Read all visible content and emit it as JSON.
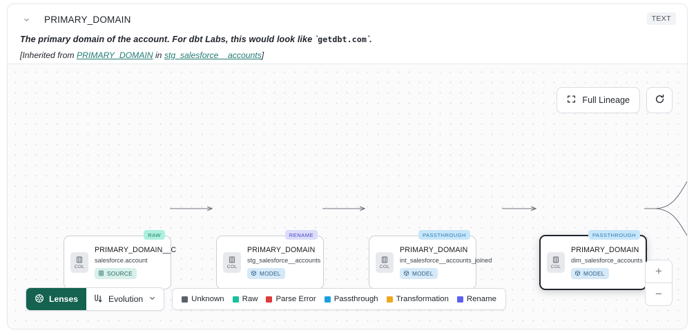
{
  "header": {
    "collapse_icon": "chevron-down-icon",
    "column_name": "PRIMARY_DOMAIN",
    "type_badge": "TEXT",
    "description_pre": "The primary domain of the account. For dbt Labs, this would look like `",
    "description_code": "getdbt.com",
    "description_post": "`.",
    "inherited_prefix": "[Inherited from ",
    "inherited_column_link": "PRIMARY_DOMAIN",
    "inherited_middle": " in ",
    "inherited_table_link": "stg_salesforce__accounts",
    "inherited_suffix": "]"
  },
  "canvas_controls": {
    "full_lineage_label": "Full Lineage",
    "full_lineage_icon": "expand-icon",
    "refresh_icon": "refresh-icon",
    "zoom_in_label": "+",
    "zoom_out_label": "−"
  },
  "lineage": {
    "nodes": [
      {
        "badge": "RAW",
        "badge_style": "badge-raw",
        "chip_label": "COL",
        "chip_icon": "columns-icon",
        "column": "PRIMARY_DOMAIN__C",
        "table": "salesforce.account",
        "type_pill": "SOURCE",
        "type_pill_style": "pill-source",
        "type_pill_icon": "database-icon",
        "selected": false
      },
      {
        "badge": "RENAME",
        "badge_style": "badge-rename",
        "chip_label": "COL",
        "chip_icon": "columns-icon",
        "column": "PRIMARY_DOMAIN",
        "table": "stg_salesforce__accounts",
        "type_pill": "MODEL",
        "type_pill_style": "pill-model",
        "type_pill_icon": "cube-icon",
        "selected": false
      },
      {
        "badge": "PASSTHROUGH",
        "badge_style": "badge-pass",
        "chip_label": "COL",
        "chip_icon": "columns-icon",
        "column": "PRIMARY_DOMAIN",
        "table": "int_salesforce__accounts_joined",
        "type_pill": "MODEL",
        "type_pill_style": "pill-model",
        "type_pill_icon": "cube-icon",
        "selected": false
      },
      {
        "badge": "PASSTHROUGH",
        "badge_style": "badge-pass",
        "chip_label": "COL",
        "chip_icon": "columns-icon",
        "column": "PRIMARY_DOMAIN",
        "table": "dim_salesforce_accounts",
        "type_pill": "MODEL",
        "type_pill_style": "pill-model",
        "type_pill_icon": "cube-icon",
        "selected": true
      }
    ]
  },
  "toolbar": {
    "lenses_label": "Lenses",
    "lenses_icon": "aperture-icon",
    "evolution_label": "Evolution",
    "evolution_icon": "shuffle-icon",
    "evolution_caret_icon": "chevron-down-icon"
  },
  "legend": {
    "items": [
      {
        "label": "Unknown",
        "color": "#5b6168"
      },
      {
        "label": "Raw",
        "color": "#17bf9a"
      },
      {
        "label": "Parse Error",
        "color": "#e03b3b"
      },
      {
        "label": "Passthrough",
        "color": "#1c9fe0"
      },
      {
        "label": "Transformation",
        "color": "#f0a81e"
      },
      {
        "label": "Rename",
        "color": "#5f5ff0"
      }
    ]
  }
}
